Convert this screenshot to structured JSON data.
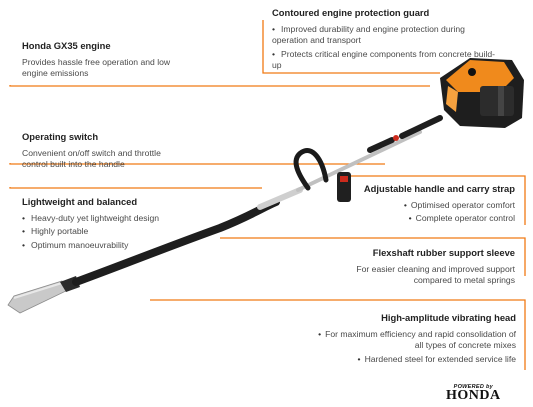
{
  "callouts": {
    "guard": {
      "title": "Contoured engine protection guard",
      "bullets": [
        "Improved durability and engine protection during operation and transport",
        "Protects critical engine components from concrete build-up"
      ]
    },
    "engine": {
      "title": "Honda GX35 engine",
      "text": "Provides hassle free operation and low engine emissions"
    },
    "switch": {
      "title": "Operating switch",
      "text": "Convenient on/off switch and throttle control built into the handle"
    },
    "lightweight": {
      "title": "Lightweight and balanced",
      "bullets": [
        "Heavy-duty yet lightweight design",
        "Highly portable",
        "Optimum manoeuvrability"
      ]
    },
    "handle": {
      "title": "Adjustable handle and carry strap",
      "bullets": [
        "Optimised operator comfort",
        "Complete operator control"
      ]
    },
    "sleeve": {
      "title": "Flexshaft rubber support sleeve",
      "text": "For easier cleaning and improved support compared to metal springs"
    },
    "head": {
      "title": "High-amplitude vibrating head",
      "bullets": [
        "For maximum efficiency and rapid consolidation of all types of concrete mixes",
        "Hardened steel for extended service life"
      ]
    }
  },
  "branding": {
    "powered_by": "POWERED by",
    "brand": "HONDA"
  },
  "colors": {
    "accent": "#f07a14",
    "engine_orange": "#f08a1c",
    "shaft": "#222222",
    "probe": "#b8b8b8"
  }
}
